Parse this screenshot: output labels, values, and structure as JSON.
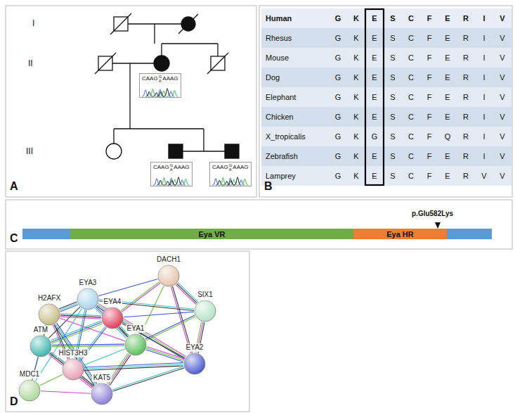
{
  "diagram": {
    "nodes": [
      {
        "text": [
          "CAAG",
          "G",
          "A",
          "AAAG"
        ]
      },
      {
        "text": [
          "CAAG",
          "G",
          "A",
          "AAAG"
        ]
      },
      {
        "text": [
          "CAAG",
          "G",
          "A",
          "AAAG"
        ]
      },
      {
        "text": [
          "Eya VR"
        ]
      },
      {
        "text": [
          "Eya HR"
        ]
      },
      {
        "text": [
          "DACH1"
        ]
      },
      {
        "text": [
          "EYA3"
        ]
      },
      {
        "text": [
          "SIX1"
        ]
      },
      {
        "text": [
          "H2AFX"
        ]
      },
      {
        "text": [
          "EYA4"
        ]
      },
      {
        "text": [
          "EYA1"
        ]
      },
      {
        "text": [
          "ATM"
        ]
      },
      {
        "text": [
          "EYA2"
        ]
      },
      {
        "text": [
          "HIST3H3"
        ]
      },
      {
        "text": [
          "MDC1"
        ]
      },
      {
        "text": [
          "KAT5"
        ]
      }
    ],
    "edges": [
      {
        "from": 5,
        "to": 6,
        "arrow": "none"
      },
      {
        "from": 5,
        "to": 9,
        "arrow": "none"
      },
      {
        "from": 5,
        "to": 7,
        "arrow": "none"
      },
      {
        "from": 5,
        "to": 10,
        "arrow": "none"
      },
      {
        "from": 5,
        "to": 12,
        "arrow": "none"
      },
      {
        "from": 6,
        "to": 8,
        "arrow": "none"
      },
      {
        "from": 6,
        "to": 9,
        "arrow": "none"
      },
      {
        "from": 6,
        "to": 7,
        "arrow": "none"
      },
      {
        "from": 6,
        "to": 10,
        "arrow": "none"
      },
      {
        "from": 6,
        "to": 11,
        "arrow": "none"
      },
      {
        "from": 6,
        "to": 13,
        "arrow": "none"
      },
      {
        "from": 6,
        "to": 12,
        "arrow": "none"
      },
      {
        "from": 6,
        "to": 14,
        "arrow": "none"
      },
      {
        "from": 7,
        "to": 10,
        "arrow": "none"
      },
      {
        "from": 7,
        "to": 12,
        "arrow": "none"
      },
      {
        "from": 7,
        "to": 9,
        "arrow": "none"
      },
      {
        "from": 8,
        "to": 11,
        "arrow": "none"
      },
      {
        "from": 8,
        "to": 9,
        "arrow": "none"
      },
      {
        "from": 8,
        "to": 14,
        "arrow": "none"
      },
      {
        "from": 8,
        "to": 13,
        "arrow": "none"
      },
      {
        "from": 8,
        "to": 15,
        "arrow": "none"
      },
      {
        "from": 8,
        "to": 10,
        "arrow": "none"
      },
      {
        "from": 9,
        "to": 10,
        "arrow": "none"
      },
      {
        "from": 9,
        "to": 11,
        "arrow": "none"
      },
      {
        "from": 9,
        "to": 12,
        "arrow": "none"
      },
      {
        "from": 9,
        "to": 13,
        "arrow": "none"
      },
      {
        "from": 10,
        "to": 12,
        "arrow": "none"
      },
      {
        "from": 10,
        "to": 13,
        "arrow": "none"
      },
      {
        "from": 10,
        "to": 11,
        "arrow": "none"
      },
      {
        "from": 10,
        "to": 15,
        "arrow": "none"
      },
      {
        "from": 11,
        "to": 14,
        "arrow": "none"
      },
      {
        "from": 11,
        "to": 13,
        "arrow": "none"
      },
      {
        "from": 11,
        "to": 15,
        "arrow": "none"
      },
      {
        "from": 13,
        "to": 14,
        "arrow": "none"
      },
      {
        "from": 13,
        "to": 15,
        "arrow": "none"
      },
      {
        "from": 13,
        "to": 12,
        "arrow": "none"
      },
      {
        "from": 14,
        "to": 15,
        "arrow": "none"
      },
      {
        "from": 15,
        "to": 12,
        "arrow": "none"
      }
    ],
    "labels": [
      "A",
      "I",
      "II",
      "III",
      "B",
      "Human",
      "G",
      "K",
      "E",
      "S",
      "C",
      "F",
      "E",
      "R",
      "I",
      "V",
      "Rhesus",
      "G",
      "K",
      "E",
      "S",
      "C",
      "F",
      "E",
      "R",
      "I",
      "V",
      "Mouse",
      "G",
      "K",
      "E",
      "S",
      "C",
      "F",
      "E",
      "R",
      "I",
      "V",
      "Dog",
      "G",
      "K",
      "E",
      "S",
      "C",
      "F",
      "E",
      "R",
      "I",
      "V",
      "Elephant",
      "G",
      "K",
      "E",
      "S",
      "C",
      "F",
      "E",
      "R",
      "I",
      "V",
      "Chicken",
      "G",
      "K",
      "E",
      "S",
      "C",
      "F",
      "E",
      "R",
      "I",
      "V",
      "X_tropicalis",
      "G",
      "K",
      "G",
      "S",
      "C",
      "F",
      "Q",
      "R",
      "I",
      "V",
      "Zebrafish",
      "G",
      "K",
      "E",
      "S",
      "C",
      "F",
      "E",
      "R",
      "I",
      "V",
      "Lamprey",
      "G",
      "K",
      "E",
      "S",
      "C",
      "F",
      "E",
      "R",
      "V",
      "V",
      "C",
      "p.Glu582Lys",
      "D"
    ]
  }
}
